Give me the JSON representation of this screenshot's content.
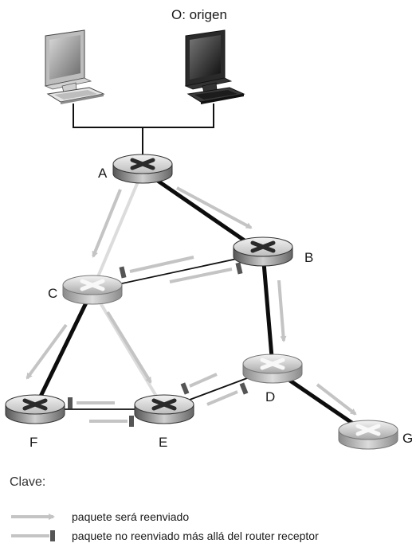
{
  "source_label": "O: origen",
  "nodes": {
    "A": "A",
    "B": "B",
    "C": "C",
    "D": "D",
    "E": "E",
    "F": "F",
    "G": "G"
  },
  "legend": {
    "title": "Clave:",
    "forwarded": "paquete será reenviado",
    "not_forwarded": "paquete no reenviado más allá del router receptor"
  }
}
